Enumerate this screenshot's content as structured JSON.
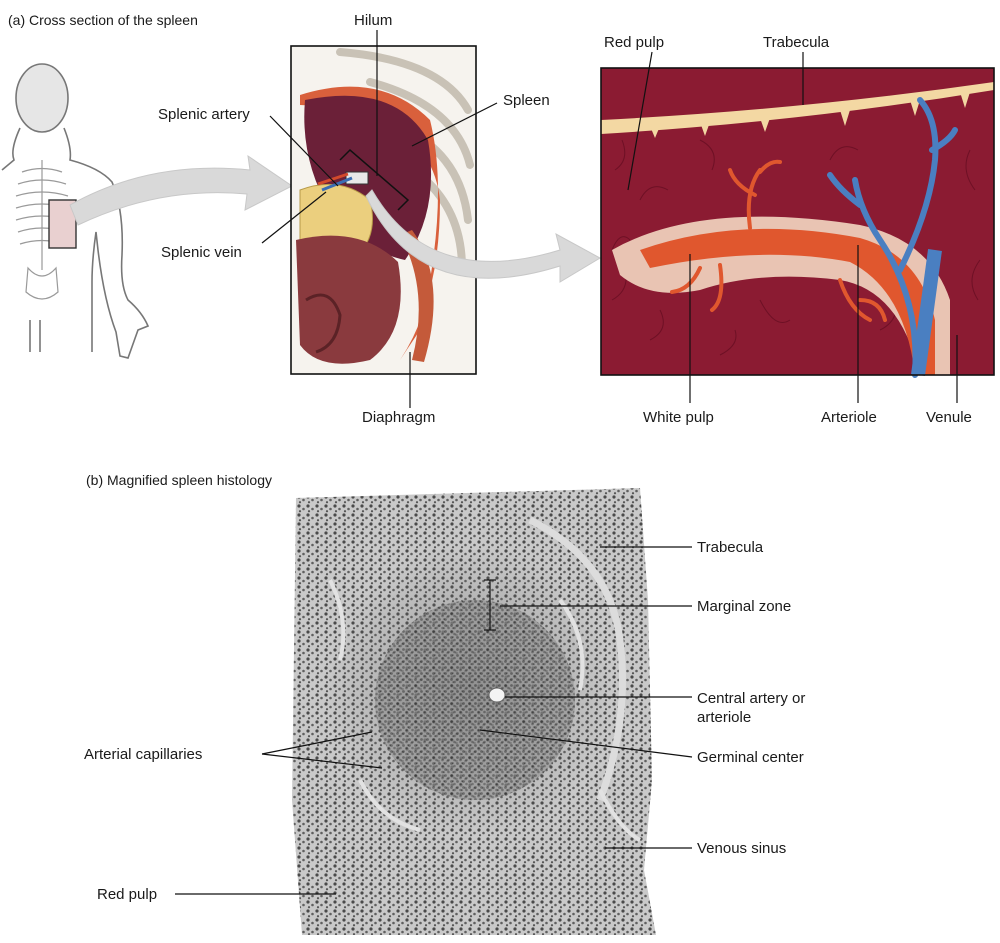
{
  "panel_a": {
    "caption": "(a) Cross section of the spleen",
    "labels": {
      "hilum": "Hilum",
      "splenic_artery": "Splenic artery",
      "spleen": "Spleen",
      "splenic_vein": "Splenic vein",
      "diaphragm": "Diaphragm",
      "red_pulp": "Red pulp",
      "trabecula": "Trabecula",
      "white_pulp": "White pulp",
      "arteriole": "Arteriole",
      "venule": "Venule"
    }
  },
  "panel_b": {
    "caption": "(b) Magnified spleen histology",
    "labels": {
      "trabecula": "Trabecula",
      "marginal_zone": "Marginal zone",
      "central_artery_line1": "Central artery or",
      "central_artery_line2": "arteriole",
      "germinal_center": "Germinal center",
      "arterial_capillaries": "Arterial capillaries",
      "venous_sinus": "Venous sinus",
      "red_pulp": "Red pulp"
    }
  },
  "colors": {
    "red_pulp": "#8b1b32",
    "trabecula": "#f3d8a3",
    "arteriole": "#e0572e",
    "white_pulp": "#e9c4b3",
    "venule": "#4a7fc1",
    "spleen": "#6b2038",
    "arrow": "#d4d4d4"
  }
}
